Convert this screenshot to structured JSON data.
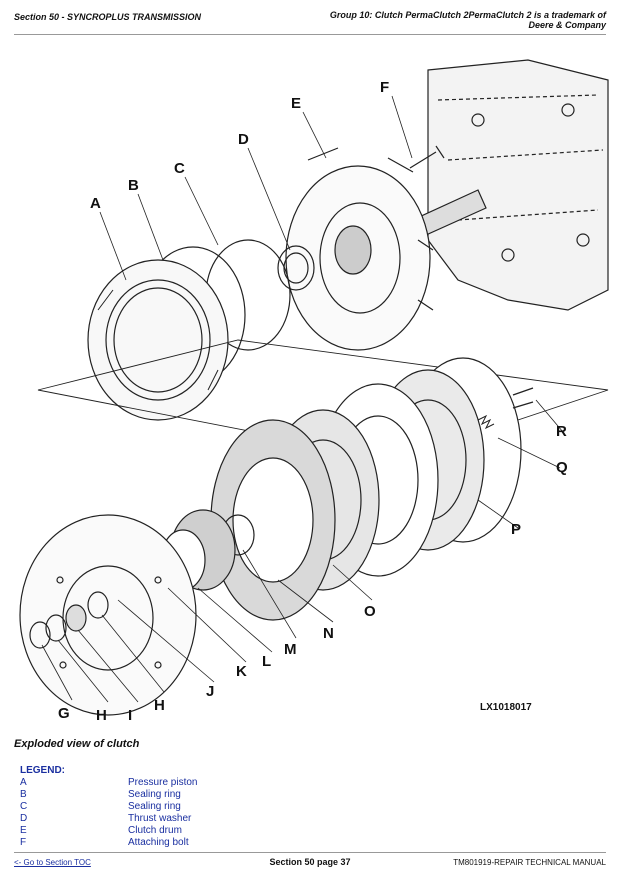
{
  "header": {
    "left": "Section 50 - SYNCROPLUS TRANSMISSION",
    "right": "Group 10: Clutch PermaClutch 2PermaClutch 2 is a trademark of Deere & Company"
  },
  "figure": {
    "id": "LX1018017",
    "callouts": [
      "A",
      "B",
      "C",
      "D",
      "E",
      "F",
      "G",
      "H",
      "I",
      "H",
      "J",
      "K",
      "L",
      "M",
      "N",
      "O",
      "P",
      "Q",
      "R"
    ]
  },
  "caption": "Exploded view of clutch",
  "legend": {
    "title": "LEGEND:",
    "items": [
      {
        "letter": "A",
        "desc": "Pressure piston"
      },
      {
        "letter": "B",
        "desc": "Sealing ring"
      },
      {
        "letter": "C",
        "desc": "Sealing ring"
      },
      {
        "letter": "D",
        "desc": "Thrust washer"
      },
      {
        "letter": "E",
        "desc": "Clutch drum"
      },
      {
        "letter": "F",
        "desc": "Attaching bolt"
      }
    ]
  },
  "footer": {
    "left": "<- Go to Section TOC",
    "center": "Section 50 page 37",
    "right": "TM801919-REPAIR TECHNICAL MANUAL"
  }
}
